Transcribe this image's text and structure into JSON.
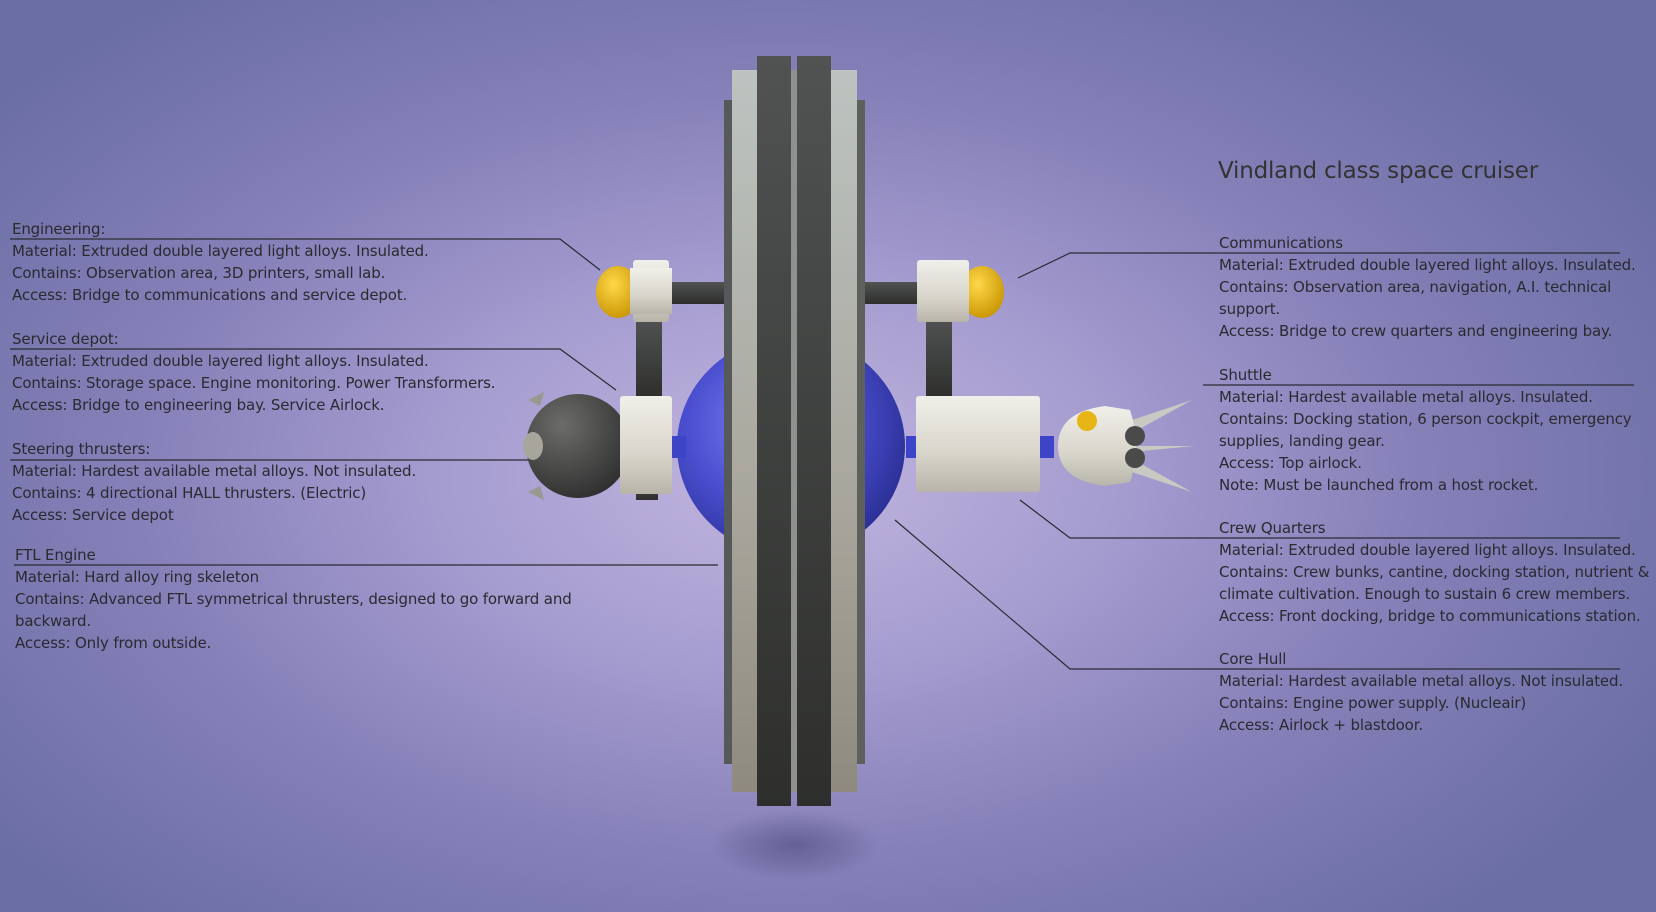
{
  "title": "Vindland class space cruiser",
  "left_blocks": {
    "engineering": {
      "heading": "Engineering:",
      "lines": [
        "Material: Extruded double layered light alloys. Insulated.",
        "Contains: Observation area, 3D printers, small lab.",
        "Access: Bridge to communications and service depot."
      ]
    },
    "service_depot": {
      "heading": "Service depot:",
      "lines": [
        "Material: Extruded double layered light alloys. Insulated.",
        "Contains: Storage space. Engine monitoring. Power Transformers.",
        "Access: Bridge to engineering bay. Service Airlock."
      ]
    },
    "steering_thrusters": {
      "heading": "Steering thrusters:",
      "lines": [
        "Material: Hardest available metal alloys. Not insulated.",
        "Contains: 4 directional HALL thrusters. (Electric)",
        "Access: Service depot"
      ]
    },
    "ftl_engine": {
      "heading": "FTL Engine",
      "lines": [
        "Material: Hard alloy ring skeleton",
        "Contains: Advanced FTL symmetrical thrusters, designed to go forward and backward.",
        "Access: Only from outside."
      ]
    }
  },
  "right_blocks": {
    "communications": {
      "heading": "Communications",
      "lines": [
        "Material: Extruded double layered light alloys. Insulated.",
        "Contains: Observation area, navigation, A.I. technical support.",
        "Access: Bridge to crew quarters and engineering bay."
      ]
    },
    "shuttle": {
      "heading": "Shuttle",
      "lines": [
        "Material: Hardest available metal alloys. Insulated.",
        "Contains: Docking station, 6 person cockpit, emergency supplies, landing gear.",
        "Access: Top airlock.",
        "Note: Must be launched from a host rocket."
      ]
    },
    "crew_quarters": {
      "heading": "Crew Quarters",
      "lines": [
        "Material: Extruded double layered light alloys. Insulated.",
        "Contains: Crew bunks, cantine, docking station, nutrient & climate cultivation. Enough to sustain 6 crew members.",
        "Access: Front docking, bridge to communications station."
      ]
    },
    "core_hull": {
      "heading": "Core Hull",
      "lines": [
        "Material: Hardest available metal alloys. Not insulated.",
        "Contains: Engine power supply. (Nucleair)",
        "Access: Airlock + blastdoor."
      ]
    }
  },
  "colors": {
    "hull_blue": "#4a4fd0",
    "ring_light": "#b9bdb6",
    "ring_dark": "#3c3d3b",
    "pod_white": "#e6e4dc",
    "cap_yellow": "#e6b415",
    "strut_gray": "#4b4b4b"
  }
}
